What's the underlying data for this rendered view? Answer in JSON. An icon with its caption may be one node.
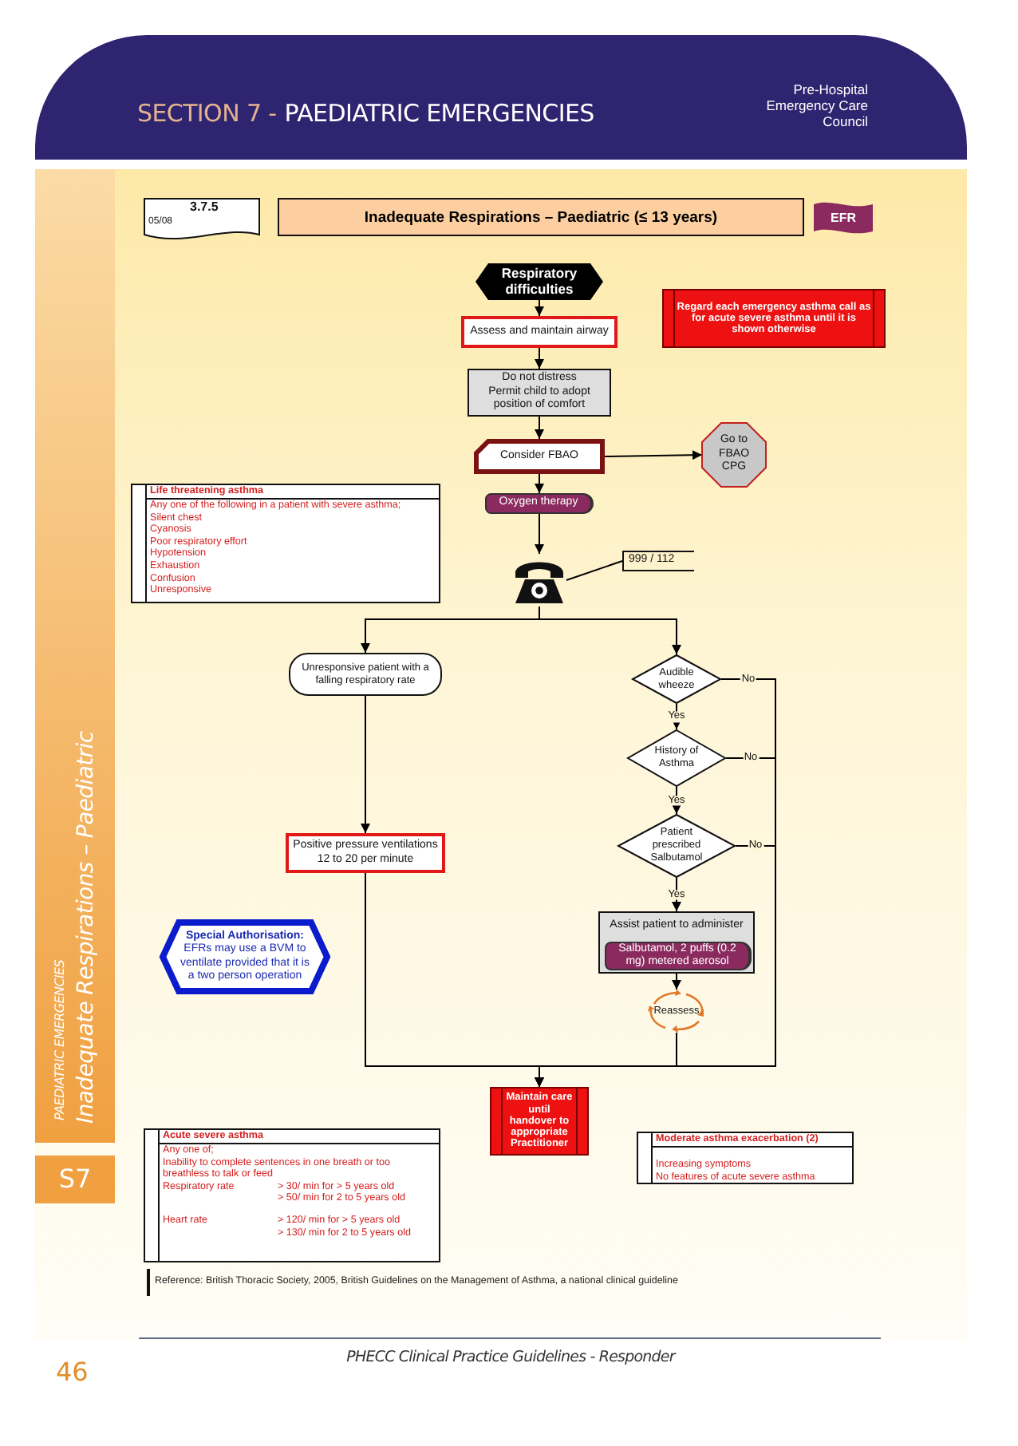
{
  "diagram": {
    "title": "Inadequate Respirations – Paediatric (≤ 13 years)",
    "nodes": [
      {
        "text": [
          "SECTION 7 -",
          "PAEDIATRIC EMERGENCIES",
          "Pre-Hospital Emergency Care Council"
        ]
      },
      {
        "text": [
          "3.7.5",
          "05/08"
        ]
      },
      {
        "text": [
          "EFR"
        ]
      },
      {
        "text": [
          "Respiratory difficulties"
        ]
      },
      {
        "text": [
          "Assess and maintain airway"
        ]
      },
      {
        "text": [
          "Regard each emergency asthma call as for acute severe asthma until it is shown otherwise"
        ]
      },
      {
        "text": [
          "Do not distress Permit child to adopt position of comfort"
        ]
      },
      {
        "text": [
          "Consider FBAO"
        ]
      },
      {
        "text": [
          "Go to FBAO CPG"
        ]
      },
      {
        "text": [
          "Oxygen therapy"
        ]
      },
      {
        "text": [
          "Life threatening asthma",
          "Any one of the following in a patient with severe asthma;",
          "Silent chest",
          "Cyanosis",
          "Poor respiratory effort",
          "Hypotension",
          "Exhaustion",
          "Confusion",
          "Unresponsive"
        ]
      },
      {
        "text": [],
        "shape": "picture"
      },
      {
        "text": [
          "999 / 112"
        ]
      },
      {
        "text": [
          "Unresponsive patient with a falling respiratory rate"
        ]
      },
      {
        "text": [
          "Audible wheeze"
        ]
      },
      {
        "text": [
          "History of Asthma"
        ]
      },
      {
        "text": [
          "Patient prescribed Salbutamol"
        ]
      },
      {
        "text": [
          "Positive pressure ventilations 12 to 20 per minute"
        ]
      },
      {
        "text": [
          "Special Authorisation:",
          "EFRs may use a BVM to ventilate provided that it is a two person operation"
        ]
      },
      {
        "text": [
          "Assist patient to administer"
        ]
      },
      {
        "text": [
          "Salbutamol, 2 puffs (0.2 mg) metered aerosol"
        ],
        "in": 19
      },
      {
        "text": [
          "Reassess"
        ]
      },
      {
        "text": [
          "Maintain care until handover to appropriate Practitioner"
        ]
      },
      {
        "text": [
          "Acute severe asthma",
          "Any one of;",
          "Inability to complete sentences in one breath or too breathless to talk or feed",
          "Respiratory rate",
          "> 30/ min for > 5 years old",
          "> 50/ min for 2 to 5 years old",
          "Heart rate",
          "> 120/ min for > 5 years old",
          "> 130/ min for 2 to 5 years old"
        ]
      },
      {
        "text": [
          "Moderate asthma exacerbation (2)",
          "Increasing symptoms",
          "No features of acute severe asthma"
        ]
      },
      {
        "text": [
          "PAEDIATRIC EMERGENCIES",
          "Inadequate Respirations – Paediatric"
        ]
      },
      {
        "text": [
          "S7"
        ]
      }
    ],
    "edges": [
      {
        "from": 3,
        "to": 4,
        "arrow": "to"
      },
      {
        "from": 4,
        "to": 6,
        "arrow": "to"
      },
      {
        "from": 6,
        "to": 7,
        "arrow": "to"
      },
      {
        "from": 7,
        "to": 8,
        "arrow": "to"
      },
      {
        "from": 7,
        "to": 9,
        "arrow": "to"
      },
      {
        "from": 9,
        "to": 11,
        "arrow": "to"
      },
      {
        "from": 11,
        "to": 12,
        "arrow": "none"
      },
      {
        "from": 11,
        "to": 13,
        "arrow": "to"
      },
      {
        "from": 11,
        "to": 14,
        "arrow": "to"
      },
      {
        "from": 14,
        "to": 15,
        "arrow": "to",
        "label": "Yes"
      },
      {
        "from": 15,
        "to": 16,
        "arrow": "to",
        "label": "Yes"
      },
      {
        "from": 16,
        "to": 19,
        "arrow": "to",
        "label": "Yes"
      },
      {
        "from": 13,
        "to": 17,
        "arrow": "to"
      },
      {
        "from": 19,
        "to": 21,
        "arrow": "to"
      },
      {
        "from": 17,
        "to": 22,
        "arrow": "to"
      },
      {
        "from": 21,
        "to": 22,
        "arrow": "to"
      },
      {
        "from": 14,
        "to": 22,
        "arrow": "to",
        "label": "No"
      },
      {
        "from": 15,
        "to": 22,
        "arrow": "to",
        "label": "No"
      },
      {
        "from": 16,
        "to": 22,
        "arrow": "to",
        "label": "No"
      }
    ],
    "labels": [
      "Reference: British Thoracic Society, 2005, British Guidelines on the Management of Asthma, a national clinical guideline",
      "PHECC Clinical Practice Guidelines - Responder",
      "46"
    ]
  }
}
